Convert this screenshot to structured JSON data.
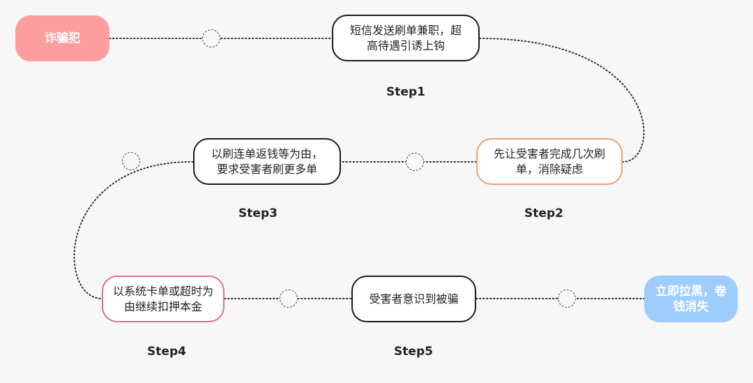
{
  "colors": {
    "start": "#ff9e9e",
    "end": "#9fcdfb",
    "step2_border": "#f0a070",
    "step4_border": "#e07088"
  },
  "start_node": {
    "label": "诈骗犯"
  },
  "end_node": {
    "label": "立即拉黑，卷\n钱消失"
  },
  "steps": [
    {
      "label": "Step1",
      "text": "短信发送刷单兼职，超\n高待遇引诱上钩"
    },
    {
      "label": "Step2",
      "text": "先让受害者完成几次刷\n单，消除疑虑"
    },
    {
      "label": "Step3",
      "text": "以刷连单返钱等为由，\n要求受害者刷更多单"
    },
    {
      "label": "Step4",
      "text": "以系统卡单或超时为\n由继续扣押本金"
    },
    {
      "label": "Step5",
      "text": "受害者意识到被骗"
    }
  ]
}
